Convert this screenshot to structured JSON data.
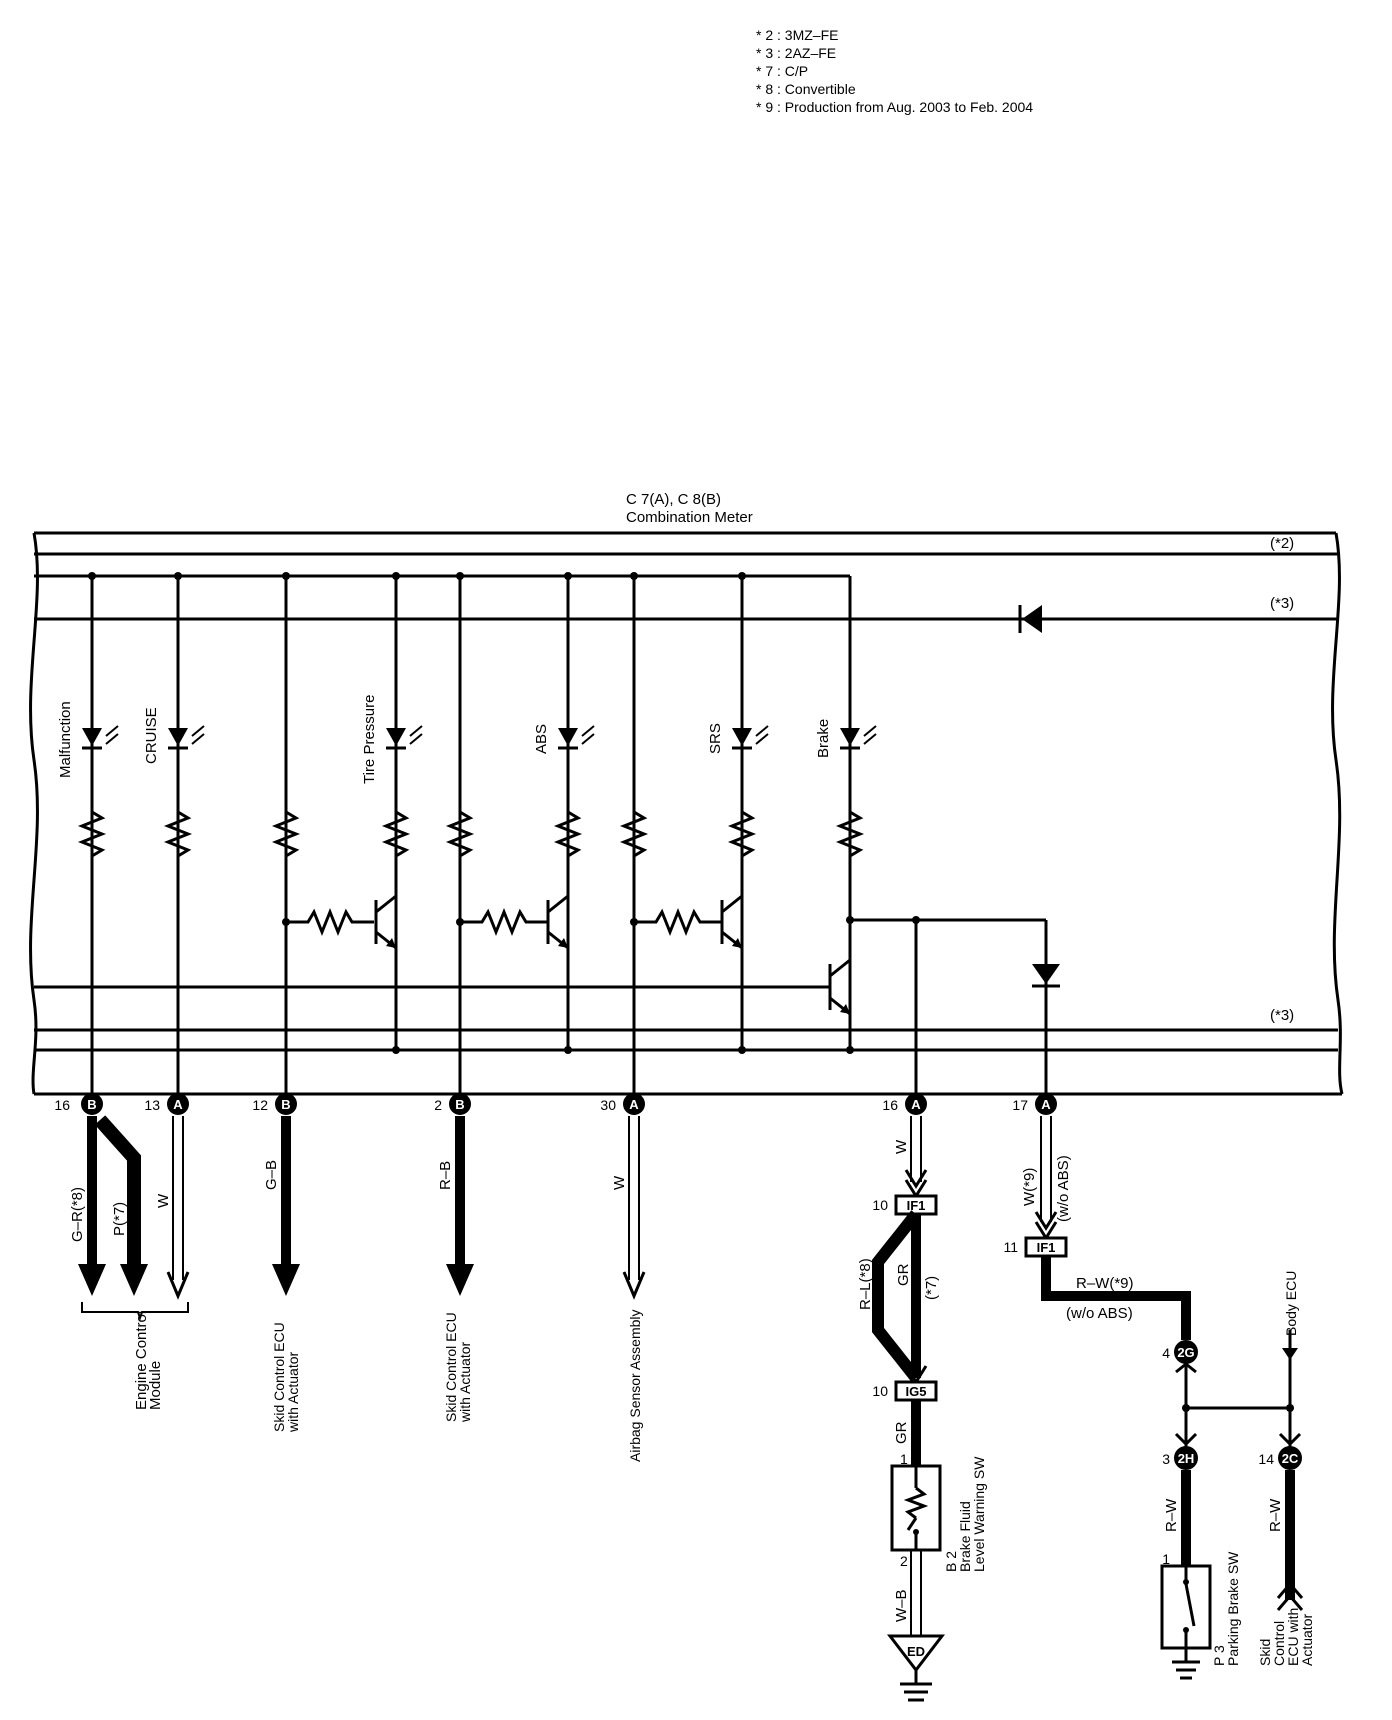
{
  "notes": [
    "* 2 : 3MZ–FE",
    "* 3 : 2AZ–FE",
    "* 7 : C/P",
    "* 8 : Convertible",
    "* 9 : Production from Aug.  2003 to Feb.  2004"
  ],
  "meter": {
    "ref": "C 7(A), C 8(B)",
    "name": "Combination Meter",
    "rail_note_top": "(*2)",
    "rail_note_diode": "(*3)",
    "rail_note_bottom": "(*3)"
  },
  "lamps": {
    "malfunction": "Malfunction",
    "cruise": "CRUISE",
    "tire_pressure": "Tire Pressure",
    "abs": "ABS",
    "srs": "SRS",
    "brake": "Brake"
  },
  "pins": [
    {
      "num": "16",
      "conn": "B"
    },
    {
      "num": "13",
      "conn": "A"
    },
    {
      "num": "12",
      "conn": "B"
    },
    {
      "num": "2",
      "conn": "B"
    },
    {
      "num": "30",
      "conn": "A"
    },
    {
      "num": "16",
      "conn": "A"
    },
    {
      "num": "17",
      "conn": "A"
    }
  ],
  "wires": {
    "gr_8": "G–R(*8)",
    "p_7": "P(*7)",
    "w1": "W",
    "gb": "G–B",
    "rb": "R–B",
    "w2": "W",
    "w3": "W",
    "w9": "W(*9)",
    "wo_abs1": "(w/o ABS)",
    "rl_8": "R–L(*8)",
    "gr_7": "GR",
    "star7": "(*7)",
    "gr2": "GR",
    "wb": "W–B",
    "rw9": "R–W(*9)",
    "wo_abs2": "(w/o ABS)",
    "rw1": "R–W",
    "rw2": "R–W"
  },
  "junctions": {
    "if1a_pin": "10",
    "if1a": "IF1",
    "if1b_pin": "11",
    "if1b": "IF1",
    "ig5_pin": "10",
    "ig5": "IG5",
    "j2g_pin": "4",
    "j2g": "2G",
    "j2h_pin": "3",
    "j2h": "2H",
    "j2c_pin": "14",
    "j2c": "2C",
    "ground_ed": "ED"
  },
  "components": {
    "ecm1": "Engine Control",
    "ecm2": "Module",
    "skid1a": "Skid Control ECU",
    "skid1b": "with Actuator",
    "skid2a": "Skid Control ECU",
    "skid2b": "with Actuator",
    "airbag": "Airbag Sensor Assembly",
    "b2_ref": "B 2",
    "b2_name1": "Brake Fluid",
    "b2_name2": "Level Warning SW",
    "b2_pin1": "1",
    "b2_pin2": "2",
    "p3_ref": "P 3",
    "p3_name": "Parking Brake SW",
    "p3_pin1": "1",
    "body_ecu": "Body ECU",
    "skid3a": "Skid",
    "skid3b": "Control",
    "skid3c": "ECU with",
    "skid3d": "Actuator"
  },
  "colors": {
    "line": "#000000",
    "background": "#ffffff"
  }
}
